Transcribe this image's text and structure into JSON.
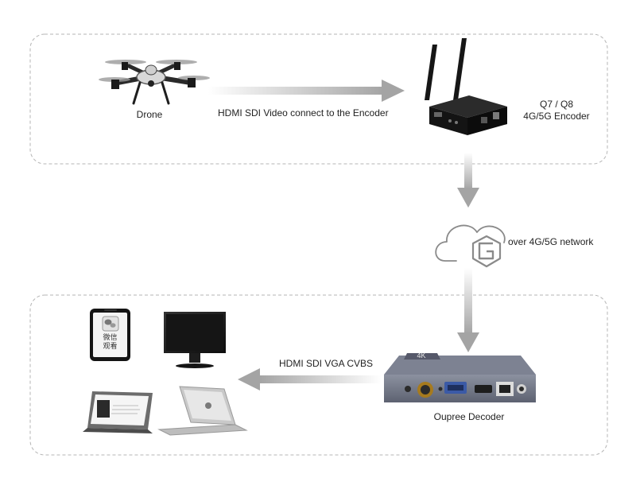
{
  "top_group": {
    "drone_label": "Drone",
    "link_label": "HDMI SDI Video connect to the Encoder",
    "encoder_label_line1": "Q7 / Q8",
    "encoder_label_line2": "4G/5G Encoder"
  },
  "network": {
    "label": "over 4G/5G network"
  },
  "bottom_group": {
    "output_label": "HDMI SDI VGA CVBS",
    "decoder_label": "Oupree Decoder",
    "decoder_badge": "4K",
    "phone_screen_line1": "微信",
    "phone_screen_line2": "观看"
  },
  "colors": {
    "border": "#b5b5b5",
    "arrow": "#a8a8a8",
    "device_dark": "#1c1c1c",
    "decoder_body": "#6e7383",
    "cloud_stroke": "#8a8a8a"
  },
  "icons": [
    "drone-icon",
    "encoder-icon",
    "cloud-icon",
    "network-icon",
    "phone-icon",
    "monitor-icon",
    "tablet-icon",
    "laptop-icon",
    "decoder-icon"
  ]
}
